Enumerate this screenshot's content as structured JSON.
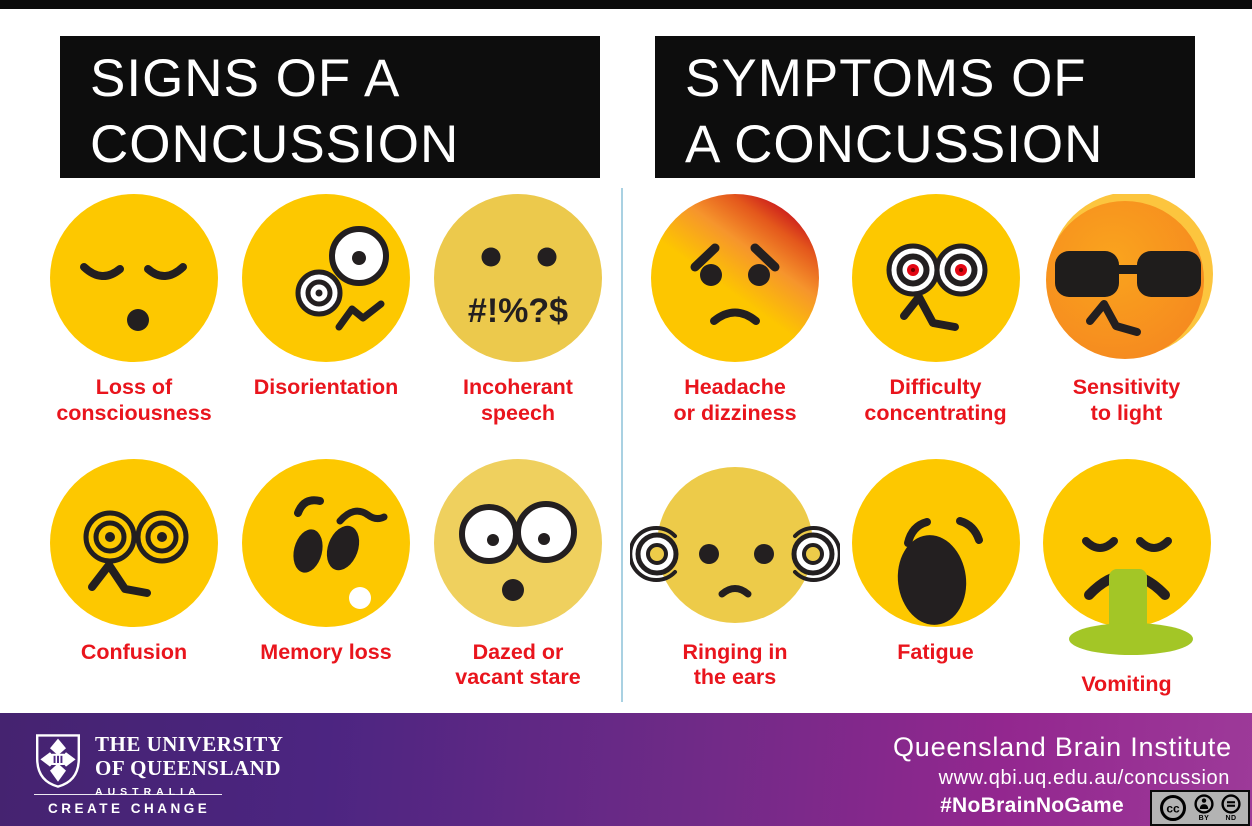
{
  "title_bars": {
    "signs": "SIGNS OF A\nCONCUSSION",
    "symptoms": "SYMPTOMS OF\nA CONCUSSION"
  },
  "signs": {
    "items": [
      {
        "icon": "face-loss-of-consciousness",
        "label": "Loss of\nconsciousness"
      },
      {
        "icon": "face-disorientation",
        "label": "Disorientation"
      },
      {
        "icon": "face-incoherant-speech",
        "label": "Incoherant\nspeech",
        "mouth_text": "#!%?$"
      },
      {
        "icon": "face-confusion",
        "label": "Confusion"
      },
      {
        "icon": "face-memory-loss",
        "label": "Memory loss"
      },
      {
        "icon": "face-dazed-stare",
        "label": "Dazed or\nvacant stare"
      }
    ]
  },
  "symptoms": {
    "items": [
      {
        "icon": "face-headache",
        "label": "Headache\nor dizziness"
      },
      {
        "icon": "face-difficulty-concentrating",
        "label": "Difficulty\nconcentrating"
      },
      {
        "icon": "face-sensitivity-to-light",
        "label": "Sensitivity\nto light"
      },
      {
        "icon": "face-ringing-ears",
        "label": "Ringing in\nthe ears"
      },
      {
        "icon": "face-fatigue",
        "label": "Fatigue"
      },
      {
        "icon": "face-vomiting",
        "label": "Vomiting"
      }
    ]
  },
  "footer": {
    "university": "THE UNIVERSITY\nOF QUEENSLAND",
    "country": "AUSTRALIA",
    "tagline": "CREATE CHANGE",
    "institute": "Queensland Brain Institute",
    "url": "www.qbi.uq.edu.au/concussion",
    "hashtag": "#NoBrainNoGame",
    "license": {
      "cc": "cc",
      "by": "BY",
      "nd": "ND"
    }
  },
  "colors": {
    "label_red": "#E9151D",
    "face_yellow": "#FDC800",
    "face_yellow_muted": "#ECC94C",
    "divider_blue": "#A9D1E2",
    "footer_purple_left": "#4C2581",
    "footer_purple_right": "#93278F",
    "vomit_green": "#A3C626",
    "headache_red": "#C9161D",
    "sunglasses_orange": "#F68B1F"
  }
}
